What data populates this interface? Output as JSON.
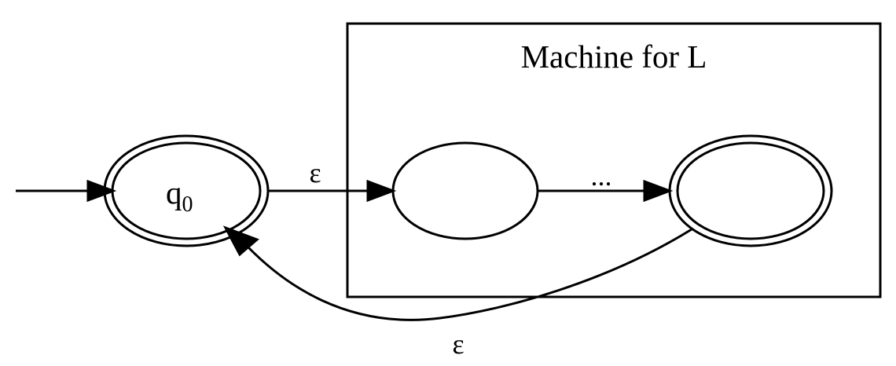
{
  "diagram": {
    "cluster": {
      "label": "Machine for L"
    },
    "states": {
      "start": {
        "label": "q",
        "subscript": "0",
        "accepting": true
      },
      "machine_start": {
        "label": "",
        "accepting": false
      },
      "machine_accept": {
        "label": "",
        "accepting": true
      }
    },
    "edges": {
      "initial": {
        "label": ""
      },
      "start_to_machine": {
        "label": "ε"
      },
      "machine_internal": {
        "label": "..."
      },
      "loop_back": {
        "label": "ε"
      }
    }
  }
}
